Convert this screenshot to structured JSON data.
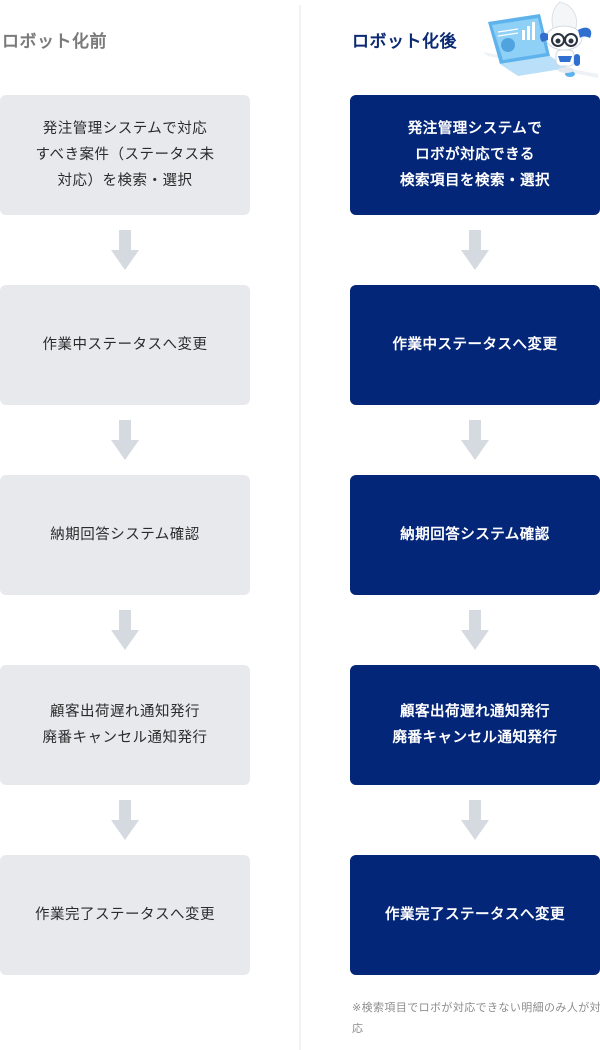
{
  "before": {
    "title": "ロボット化前",
    "steps": [
      {
        "label": "発注管理システムで対応\nすべき案件（ステータス未\n対応）を検索・選択"
      },
      {
        "label": "作業中ステータスへ変更"
      },
      {
        "label": "納期回答システム確認"
      },
      {
        "label": "顧客出荷遅れ通知発行\n廃番キャンセル通知発行"
      },
      {
        "label": "作業完了ステータスへ変更"
      }
    ]
  },
  "after": {
    "title": "ロボット化後",
    "steps": [
      {
        "label": "発注管理システムで\nロボが対応できる\n検索項目を検索・選択"
      },
      {
        "label": "作業中ステータスへ変更"
      },
      {
        "label": "納期回答システム確認"
      },
      {
        "label": "顧客出荷遅れ通知発行\n廃番キャンセル通知発行"
      },
      {
        "label": "作業完了ステータスへ変更"
      }
    ],
    "note": "※検索項目でロボが対応できない明細のみ人が対応"
  },
  "icons": {
    "arrow": "down-arrow-icon",
    "robot": "robot-at-computer-illustration"
  },
  "colors": {
    "before_box": "#e8e9ed",
    "after_box": "#032679",
    "arrow": "#d5d9e0",
    "before_title": "#7a7a7a",
    "after_title": "#0b2a73"
  }
}
